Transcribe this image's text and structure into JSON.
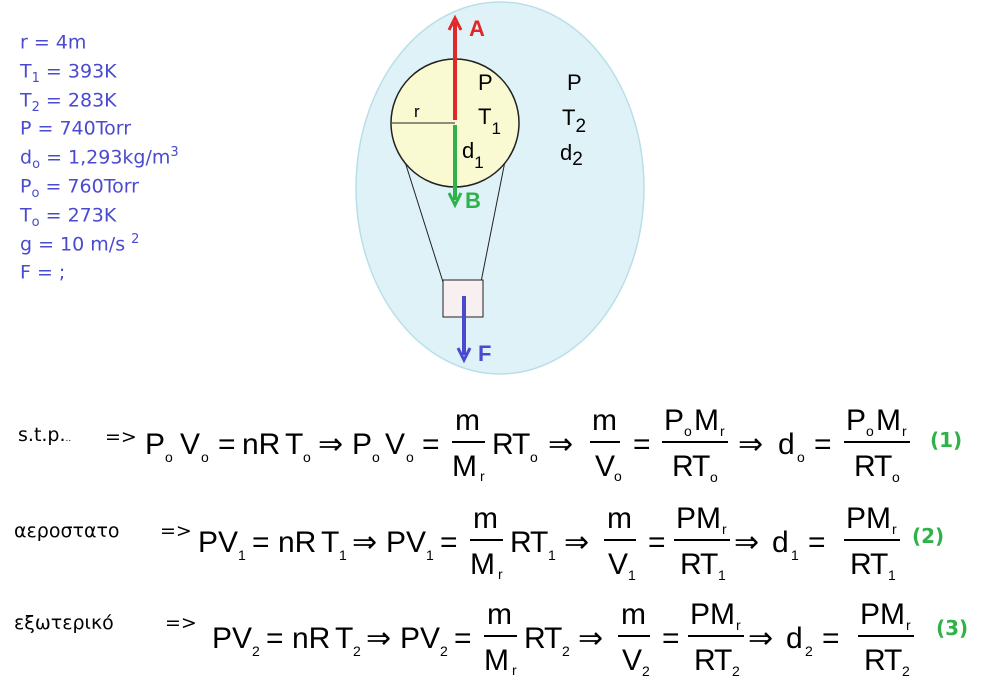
{
  "given": {
    "rows": [
      {
        "pre": "r",
        "sub": "",
        "post": " = 4m",
        "sup": ""
      },
      {
        "pre": "T",
        "sub": "1",
        "post": " = 393K",
        "sup": ""
      },
      {
        "pre": "T",
        "sub": "2",
        "post": " = 283K",
        "sup": ""
      },
      {
        "pre": "P",
        "sub": "",
        "post": " = 740Torr",
        "sup": ""
      },
      {
        "pre": "d",
        "sub": "o",
        "post": " = 1,293kg/m",
        "sup": "3"
      },
      {
        "pre": "P",
        "sub": "o",
        "post": " = 760Torr",
        "sup": ""
      },
      {
        "pre": "T",
        "sub": "o",
        "post": " = 273K",
        "sup": ""
      },
      {
        "pre": "g",
        "sub": "",
        "post": " = 10 m/s ",
        "sup": "2"
      },
      {
        "pre": "F",
        "sub": "",
        "post": " = ;",
        "sup": ""
      }
    ]
  },
  "diagram": {
    "arrow_up_label": "A",
    "arrow_down_label": "B",
    "force_label": "F",
    "radius_label": "r",
    "inside": {
      "p": "P",
      "t": "T",
      "t_sub": "1",
      "d": "d",
      "d_sub": "1"
    },
    "outside": {
      "p": "P",
      "t": "T",
      "t_sub": "2",
      "d": "d",
      "d_sub": "2"
    },
    "colors": {
      "sky": "#dff2f7",
      "sky_stroke": "#b9dfe8",
      "balloon": "#fafad2",
      "arrow_up": "#e02828",
      "arrow_down": "#2fb24a",
      "force": "#4a4ad0",
      "basket": "#f7eff0"
    }
  },
  "equations": {
    "stp_label": "s.t.p.",
    "stp_dots": "..",
    "balloon_label": "αεροστατο",
    "outside_label": "εξωτερικό",
    "arrow": "=>",
    "num1": "(1)",
    "num2": "(2)",
    "num3": "(3)",
    "sym": {
      "P": "P",
      "V": "V",
      "n": "nR",
      "T": "T",
      "m": "m",
      "M": "M",
      "r": "r",
      "R": "R",
      "d": "d",
      "o": "o",
      "eq": "=",
      "imp": "⇒",
      "one": "1",
      "two": "2"
    }
  }
}
